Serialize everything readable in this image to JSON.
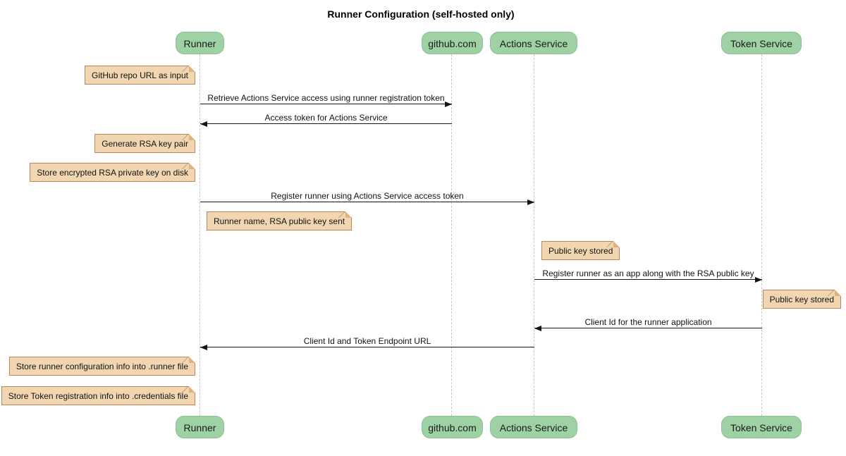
{
  "title": "Runner Configuration (self-hosted only)",
  "diagram_type": "sequence",
  "colors": {
    "bg": "#ffffff",
    "participant_fill": "#9ed1a4",
    "participant_border": "#8cc093",
    "note_fill": "#f1d6b1",
    "note_border": "#b5895c",
    "note_fold": "#dcb483",
    "lifeline": "#c7c7c7",
    "arrow": "#141414"
  },
  "participants": [
    {
      "id": "runner",
      "label": "Runner"
    },
    {
      "id": "github",
      "label": "github.com"
    },
    {
      "id": "actions-service",
      "label": "Actions Service"
    },
    {
      "id": "token-service",
      "label": "Token Service"
    }
  ],
  "messages": [
    {
      "from": "Runner",
      "to": "github.com",
      "label": "Retrieve Actions Service access using runner registration token"
    },
    {
      "from": "github.com",
      "to": "Runner",
      "label": "Access token for Actions Service"
    },
    {
      "from": "Runner",
      "to": "Actions Service",
      "label": "Register runner using Actions Service access token"
    },
    {
      "from": "Actions Service",
      "to": "Token Service",
      "label": "Register runner as an app along with the RSA public key"
    },
    {
      "from": "Token Service",
      "to": "Actions Service",
      "label": "Client Id for the runner application"
    },
    {
      "from": "Actions Service",
      "to": "Runner",
      "label": "Client Id and Token Endpoint URL"
    }
  ],
  "notes": [
    {
      "anchor": "Runner",
      "side": "left",
      "text": "GitHub repo URL as input"
    },
    {
      "anchor": "Runner",
      "side": "left",
      "text": "Generate RSA key pair"
    },
    {
      "anchor": "Runner",
      "side": "left",
      "text": "Store encrypted RSA private key on disk"
    },
    {
      "anchor": "Runner",
      "side": "right",
      "text": "Runner name, RSA public key sent"
    },
    {
      "anchor": "Actions Service",
      "side": "right",
      "text": "Public key stored"
    },
    {
      "anchor": "Token Service",
      "side": "right",
      "text": "Public key stored"
    },
    {
      "anchor": "Runner",
      "side": "left",
      "text": "Store runner configuration info into .runner file"
    },
    {
      "anchor": "Runner",
      "side": "left",
      "text": "Store Token registration info into .credentials file"
    }
  ]
}
